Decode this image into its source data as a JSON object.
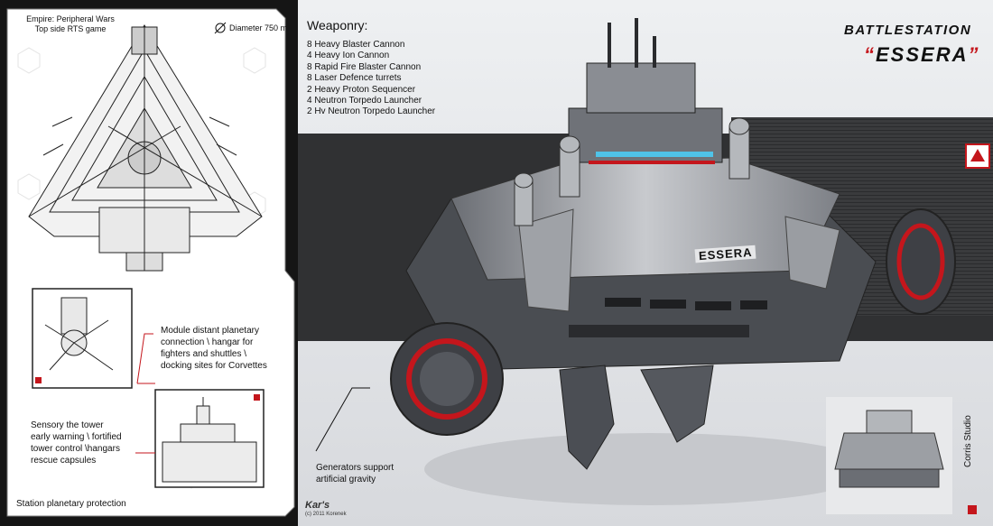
{
  "sheet": {
    "empire_line1": "Empire: Peripheral Wars",
    "empire_line2": "Top side RTS game",
    "diameter": "Diameter 750 m",
    "module_lines": [
      "Module distant planetary",
      "connection \\ hangar for",
      "fighters and shuttles \\",
      "docking sites for Corvettes"
    ],
    "tower_lines": [
      "Sensory the tower",
      "early warning \\ fortified",
      "tower control \\hangars",
      "rescue capsules"
    ],
    "planetary": "Station planetary protection"
  },
  "weaponry": {
    "title": "Weaponry:",
    "items": [
      "8 Heavy Blaster Cannon",
      "4 Heavy Ion Cannon",
      "8 Rapid Fire Blaster Cannon",
      "8 Laser Defence turrets",
      "2 Heavy Proton Sequencer",
      "4 Neutron Torpedo Launcher",
      "2 Hv Neutron Torpedo Launcher"
    ]
  },
  "title": {
    "line1": "BATTLESTATION",
    "name": "ESSERA",
    "quote_open": "“",
    "quote_close": "”"
  },
  "hull_label": "ESSERA",
  "generators_lines": [
    "Generators support",
    "artificial gravity"
  ],
  "studio": "Corris Studio",
  "signature": {
    "name": "Kar's",
    "small": "(c) 2011 Korenek"
  },
  "colors": {
    "accent": "#c4161c",
    "hull": "#5a5d63",
    "dark_band": "#303133"
  }
}
